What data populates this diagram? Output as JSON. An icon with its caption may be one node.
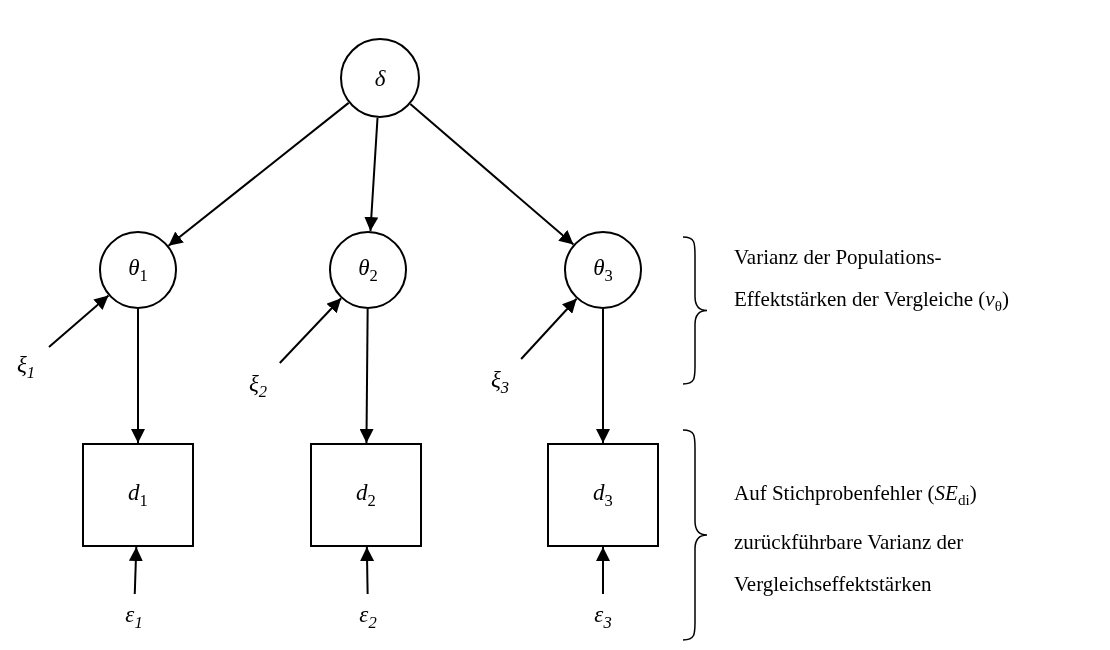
{
  "diagram": {
    "nodes": [
      {
        "text": [
          "δ"
        ]
      },
      {
        "text": [
          "*θ*$_{1}$"
        ]
      },
      {
        "text": [
          "*θ*$_{2}$"
        ]
      },
      {
        "text": [
          "*θ*$_{3}$"
        ]
      },
      {
        "text": [
          "*d*$_{1}$"
        ]
      },
      {
        "text": [
          "*d*$_{2}$"
        ]
      },
      {
        "text": [
          "*d*$_{3}$"
        ]
      },
      {
        "text": [
          "*ξ$_{1}$*"
        ]
      },
      {
        "text": [
          "*ξ$_{2}$*"
        ]
      },
      {
        "text": [
          "*ξ$_{3}$*"
        ]
      },
      {
        "text": [
          "*ε*$_{1}$"
        ]
      },
      {
        "text": [
          "*ε*$_{2}$"
        ]
      },
      {
        "text": [
          "*ε*$_{3}$"
        ]
      }
    ],
    "edges": [
      {
        "from": 0,
        "to": 1,
        "arrow": "to"
      },
      {
        "from": 0,
        "to": 2,
        "arrow": "to"
      },
      {
        "from": 0,
        "to": 3,
        "arrow": "to"
      },
      {
        "from": 7,
        "to": 1,
        "arrow": "to"
      },
      {
        "from": 8,
        "to": 2,
        "arrow": "to"
      },
      {
        "from": 9,
        "to": 3,
        "arrow": "to"
      },
      {
        "from": 1,
        "to": 4,
        "arrow": "to"
      },
      {
        "from": 2,
        "to": 5,
        "arrow": "to"
      },
      {
        "from": 3,
        "to": 6,
        "arrow": "to"
      },
      {
        "from": 10,
        "to": 4,
        "arrow": "to"
      },
      {
        "from": 11,
        "to": 5,
        "arrow": "to"
      },
      {
        "from": 12,
        "to": 6,
        "arrow": "to"
      }
    ],
    "labels": [
      "Varianz der Populations- Effektstärken der Vergleiche (*v*$_{θ}$)",
      "Auf Stichprobenfehler (*SE*$_{di}$) zurückführbare Varianz der Vergleichseffektstärken"
    ]
  }
}
